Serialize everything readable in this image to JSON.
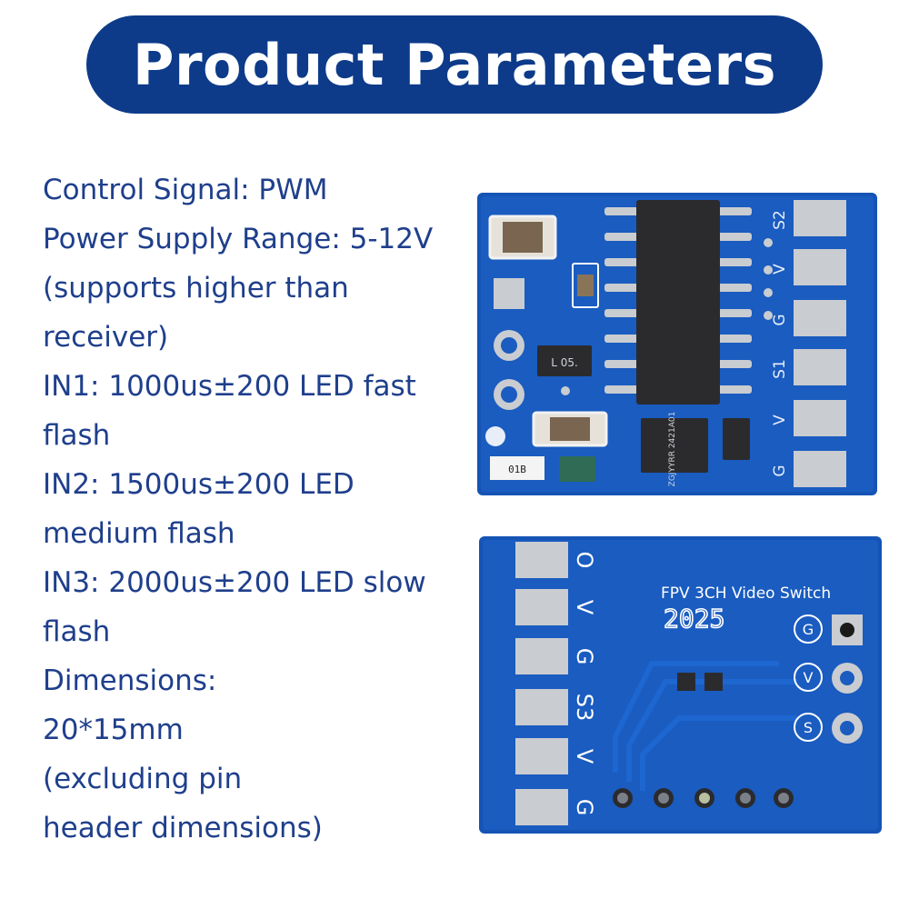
{
  "title": "Product Parameters",
  "parameters": [
    "Control Signal: PWM",
    "Power Supply Range: 5-12V",
    "(supports higher than",
    "receiver)",
    "IN1: 1000us±200 LED fast",
    "flash",
    "IN2: 1500us±200 LED",
    "medium flash",
    "IN3: 2000us±200 LED slow",
    "flash",
    "Dimensions:",
    "20*15mm",
    "(excluding pin",
    "header dimensions)"
  ],
  "top_board": {
    "pad_labels": [
      "S2",
      "V",
      "G",
      "S1",
      "V",
      "G"
    ],
    "ic_marking_left": "L 05.",
    "ic_marking_small": "ZGJYYRR 2421A01",
    "led_marking": "01B"
  },
  "bottom_board": {
    "silk_title": "FPV 3CH Video Switch",
    "silk_year": "2025",
    "side_labels": [
      "O",
      "V",
      "G",
      "S3",
      "V",
      "G"
    ],
    "circle_labels": [
      "G",
      "V",
      "S"
    ]
  },
  "colors": {
    "title_bg": "#0d3b8a",
    "text": "#1f3f8c",
    "pcb": "#1554b5",
    "pad": "#c9ccd0"
  }
}
